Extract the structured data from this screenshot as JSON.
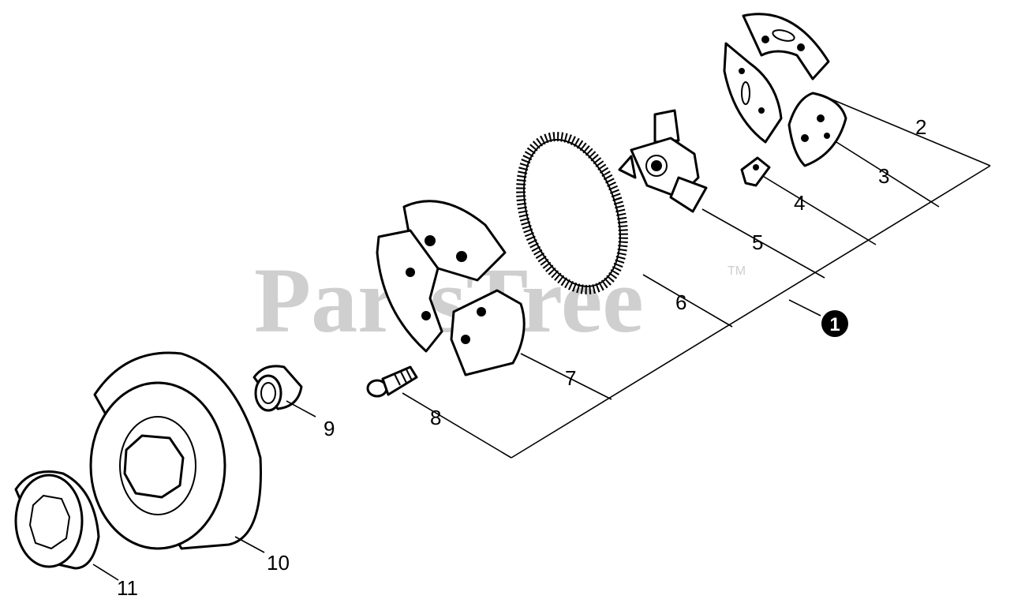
{
  "watermark": {
    "text": "PartsTree",
    "trademark": "TM"
  },
  "assembly_badge": "1",
  "callouts": [
    {
      "id": "c2",
      "label": "2"
    },
    {
      "id": "c3",
      "label": "3"
    },
    {
      "id": "c4",
      "label": "4"
    },
    {
      "id": "c5",
      "label": "5"
    },
    {
      "id": "c6",
      "label": "6"
    },
    {
      "id": "c7",
      "label": "7"
    },
    {
      "id": "c8",
      "label": "8"
    },
    {
      "id": "c9",
      "label": "9"
    },
    {
      "id": "c10",
      "label": "10"
    },
    {
      "id": "c11",
      "label": "11"
    }
  ]
}
